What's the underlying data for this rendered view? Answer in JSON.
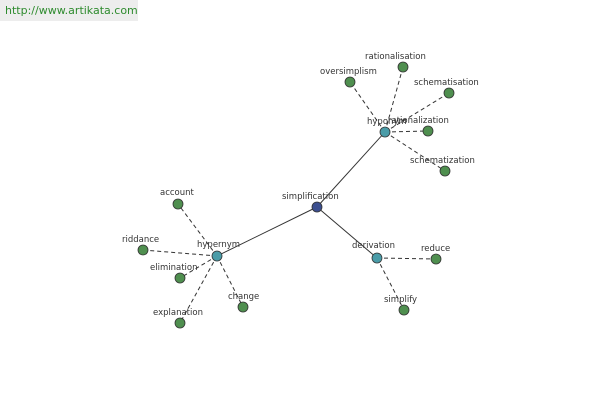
{
  "watermark": "http://www.artikata.com",
  "colors": {
    "root": "#3c4f8f",
    "relation": "#4a9ca8",
    "leaf": "#4f8f4f"
  },
  "nodes": {
    "root": "simplification",
    "hyponym": "hyponym",
    "hypernym": "hypernym",
    "derivation": "derivation",
    "rationalisation": "rationalisation",
    "oversimplism": "oversimplism",
    "schematisation": "schematisation",
    "rationalization": "rationalization",
    "schematization": "schematization",
    "account": "account",
    "riddance": "riddance",
    "elimination": "elimination",
    "explanation": "explanation",
    "change": "change",
    "reduce": "reduce",
    "simplify": "simplify"
  }
}
